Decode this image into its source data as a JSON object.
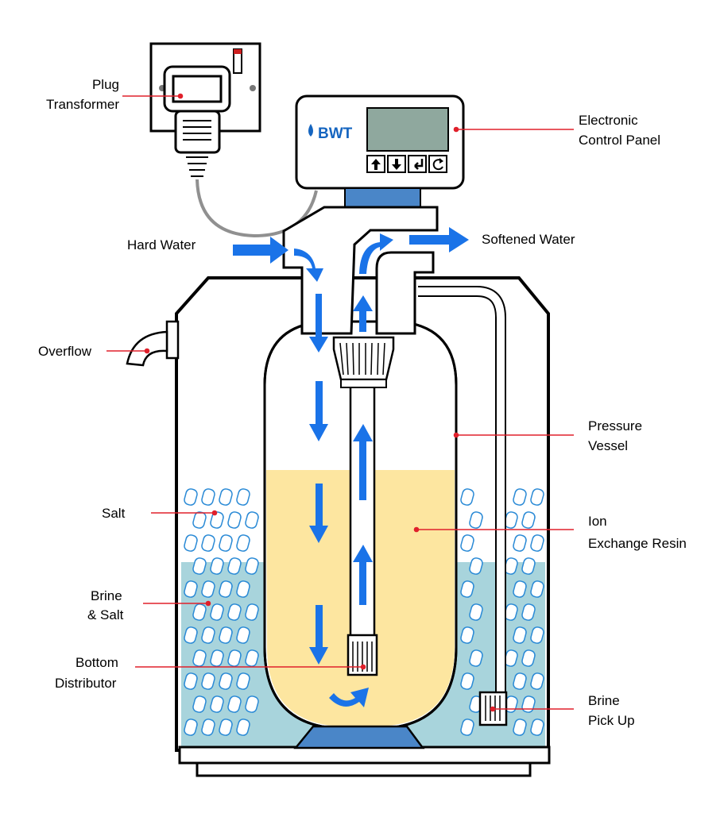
{
  "labels": {
    "plug_1": "Plug",
    "plug_2": "Transformer",
    "panel_1": "Electronic",
    "panel_2": "Control Panel",
    "hard_water": "Hard Water",
    "softened_water": "Softened Water",
    "overflow": "Overflow",
    "pressure_1": "Pressure",
    "pressure_2": "Vessel",
    "salt": "Salt",
    "resin_1": "Ion",
    "resin_2": "Exchange Resin",
    "brine_salt_1": "Brine",
    "brine_salt_2": "& Salt",
    "bottom_1": "Bottom",
    "bottom_2": "Distributor",
    "pickup_1": "Brine",
    "pickup_2": "Pick Up"
  },
  "control_panel": {
    "brand": "BWT",
    "buttons": [
      "up-arrow",
      "down-arrow",
      "enter",
      "refresh"
    ]
  },
  "colors": {
    "flow_arrow": "#1a73e8",
    "resin": "#fde6a0",
    "brine": "#a8d4dc",
    "screen": "#8fa89e",
    "base": "#4a86c8",
    "leader_dot": "#e0202b"
  }
}
